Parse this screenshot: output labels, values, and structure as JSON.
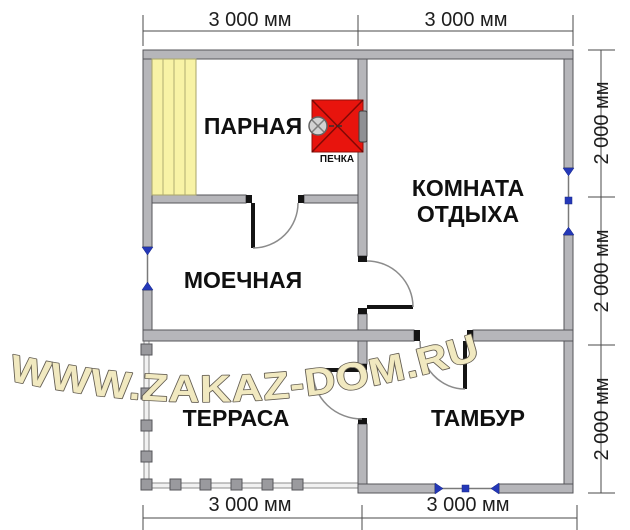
{
  "watermark": {
    "text": "WWW.ZAKAZ-DOM.RU"
  },
  "rooms": {
    "parnaya": {
      "label": "ПАРНАЯ"
    },
    "komnata": {
      "label_line1": "КОМНАТА",
      "label_line2": "ОТДЫХА"
    },
    "moechnaya": {
      "label": "МОЕЧНАЯ"
    },
    "terrasa": {
      "label": "ТЕРРАСА"
    },
    "tambur": {
      "label": "ТАМБУР"
    }
  },
  "stove": {
    "label": "ПЕЧКА"
  },
  "dimensions": {
    "top": [
      "3 000 мм",
      "3 000 мм"
    ],
    "bottom": [
      "3 000 мм",
      "3 000 мм"
    ],
    "right": [
      "2 000 мм",
      "2 000 мм",
      "2 000 мм"
    ]
  },
  "colors": {
    "wall": "#b6b6ba",
    "wall_stroke": "#55555a",
    "stove": "#e8140d",
    "bench": "#f8f3a6",
    "window": "#2438b8",
    "watermark": "#f1e9c0"
  }
}
